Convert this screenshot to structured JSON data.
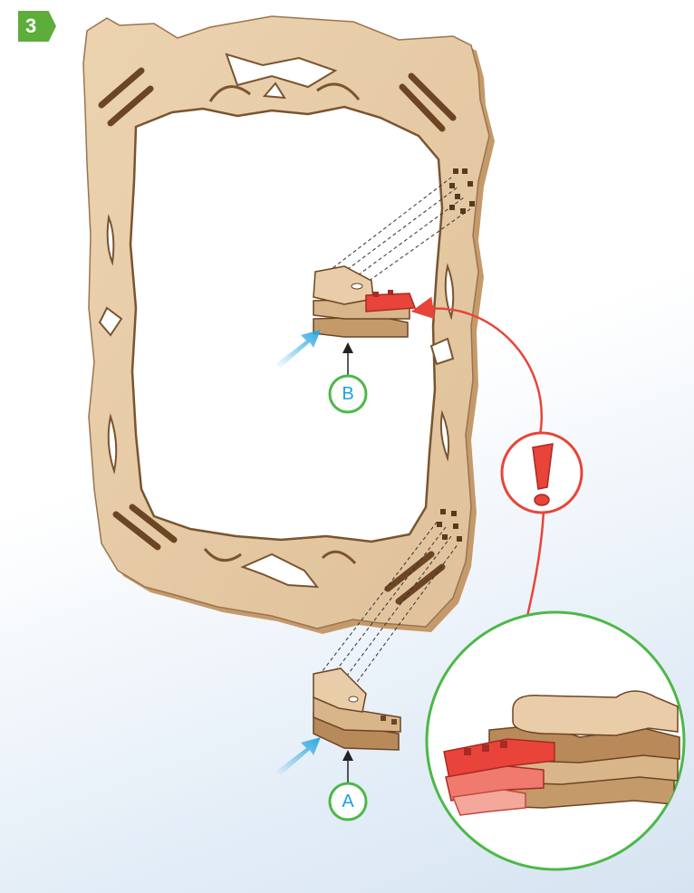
{
  "step": {
    "number": "3"
  },
  "callouts": {
    "a": "A",
    "b": "B"
  },
  "warning": {
    "symbol": "!"
  },
  "colors": {
    "wood": "#e9cda8",
    "wood_dark": "#7a5430",
    "wood_edge": "#c59a6a",
    "highlight_red": "#e8443a",
    "callout_green": "#4cb848",
    "label_blue": "#1da1e2",
    "arrow_blue": "#29a8e0",
    "badge_green": "#5cad3a"
  },
  "icons": [
    "push-arrow-icon",
    "warning-exclamation-icon",
    "pointer-arrow-icon"
  ]
}
